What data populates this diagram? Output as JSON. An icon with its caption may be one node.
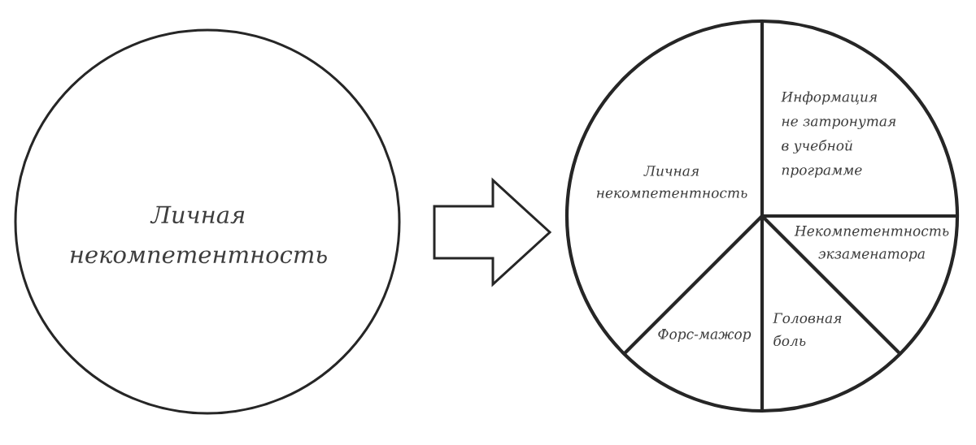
{
  "diagram": {
    "nodes": [
      {
        "text": [
          "Личная некомпетентность"
        ]
      },
      {
        "text": [],
        "shape": "circle"
      },
      {
        "text": [
          "Личная некомпетентность"
        ],
        "in": 1
      },
      {
        "text": [
          "Информация не затронутая в учебной программе"
        ],
        "in": 1
      },
      {
        "text": [
          "Некомпетентность экзаменатора"
        ],
        "in": 1
      },
      {
        "text": [
          "Форс-мажор"
        ],
        "in": 1
      },
      {
        "text": [
          "Головная боль"
        ],
        "in": 1
      }
    ],
    "edges": [
      {
        "from": 0,
        "to": 1,
        "arrow": "to"
      }
    ]
  }
}
